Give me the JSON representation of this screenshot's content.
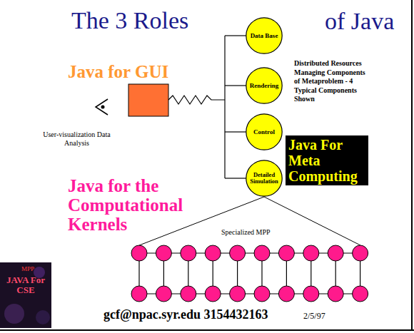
{
  "diagram": {
    "title": "The 3 Roles",
    "nodes": [
      {
        "text": [
          "Data Base"
        ]
      },
      {
        "text": [
          "Rendering"
        ]
      },
      {
        "text": [
          "Control"
        ]
      },
      {
        "text": [
          "Detailed Simulation"
        ]
      },
      {
        "text": [
          "Java For Meta Computing"
        ]
      }
    ],
    "labels": [
      "of Java",
      "Java for GUI",
      "User-visualization Data Analysis",
      "Distributed Resources Managing Components of Metaproblem - 4 Typical Components Shown",
      "Java for the Computational Kernels",
      "Specialized MPP",
      "MPP",
      "JAVA For CSE",
      "gcf@npac.syr.edu 3154432163",
      "2/5/97"
    ]
  }
}
